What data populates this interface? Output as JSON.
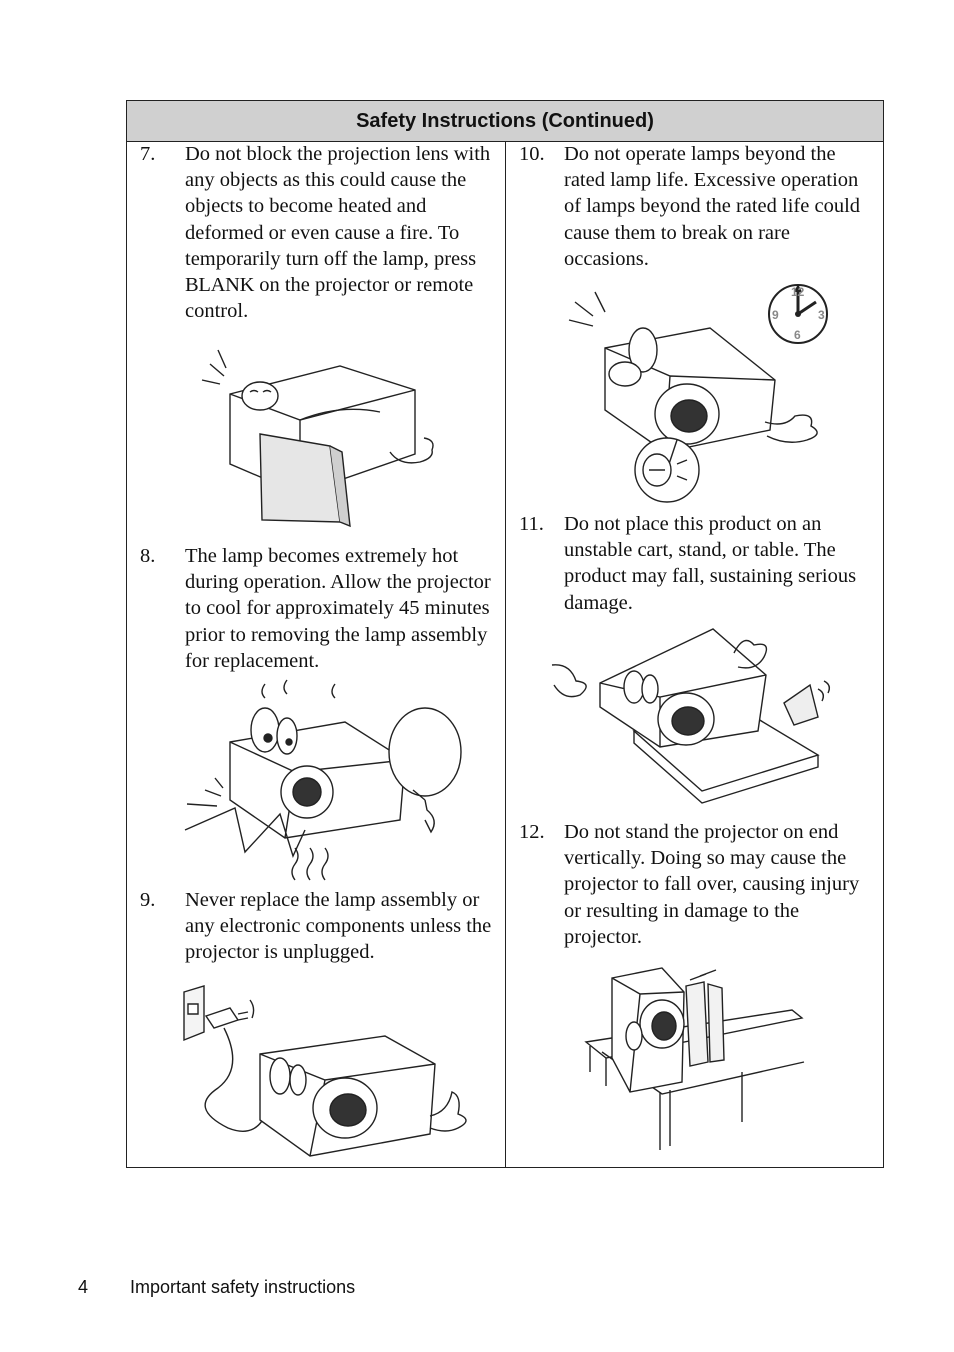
{
  "header": {
    "title": "Safety Instructions (Continued)"
  },
  "items": [
    {
      "num": "7.",
      "before": "Do not block the projection lens with any objects as this could cause the objects to become heated and deformed or even cause a fire. To temporarily turn off the lamp, press ",
      "keyword": "BLANK",
      "after": " on the projector or remote control."
    },
    {
      "num": "8.",
      "text": "The lamp becomes extremely hot during operation. Allow the projector to cool for approximately 45 minutes prior to removing the lamp assembly for replacement."
    },
    {
      "num": "9.",
      "text": "Never replace the lamp assembly or any electronic components unless the projector is unplugged."
    },
    {
      "num": "10.",
      "text": "Do not operate lamps beyond the rated lamp life. Excessive operation of lamps beyond the rated life could cause them to break on rare occasions."
    },
    {
      "num": "11.",
      "text": "Do not place this product on an unstable cart, stand, or table. The product may fall, sustaining serious damage."
    },
    {
      "num": "12.",
      "text": "Do not stand the projector on end vertically. Doing so may cause the projector to fall over, causing injury or resulting in damage to the projector."
    }
  ],
  "clock": {
    "n12": "12",
    "n3": "3",
    "n6": "6",
    "n9": "9"
  },
  "footer": {
    "page_number": "4",
    "title": "Important safety instructions"
  }
}
